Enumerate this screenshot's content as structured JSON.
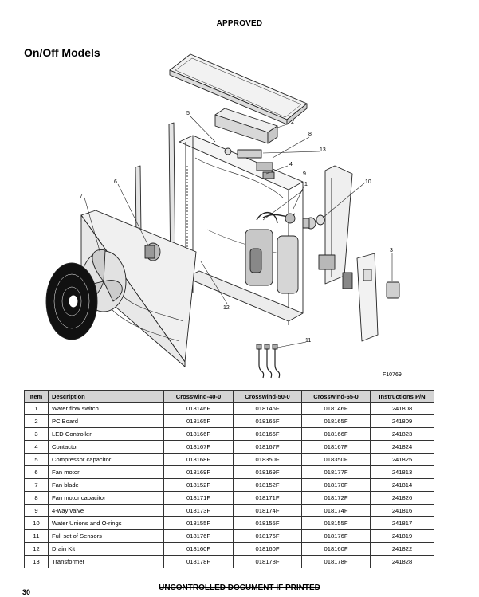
{
  "header": {
    "stamp": "APPROVED"
  },
  "section": {
    "title": "On/Off Models"
  },
  "figure": {
    "id": "F10769",
    "callouts": [
      "1",
      "2",
      "3",
      "4",
      "5",
      "6",
      "7",
      "8",
      "9",
      "10",
      "11",
      "12",
      "13"
    ]
  },
  "table": {
    "headers": [
      "Item",
      "Description",
      "Crosswind-40-0",
      "Crosswind-50-0",
      "Crosswind-65-0",
      "Instructions P/N"
    ],
    "rows": [
      [
        "1",
        "Water flow switch",
        "018146F",
        "018146F",
        "018146F",
        "241808"
      ],
      [
        "2",
        "PC Board",
        "018165F",
        "018165F",
        "018165F",
        "241809"
      ],
      [
        "3",
        "LED Controller",
        "018166F",
        "018166F",
        "018166F",
        "241823"
      ],
      [
        "4",
        "Contactor",
        "018167F",
        "018167F",
        "018167F",
        "241824"
      ],
      [
        "5",
        "Compressor capacitor",
        "018168F",
        "018350F",
        "018350F",
        "241825"
      ],
      [
        "6",
        "Fan motor",
        "018169F",
        "018169F",
        "018177F",
        "241813"
      ],
      [
        "7",
        "Fan blade",
        "018152F",
        "018152F",
        "018170F",
        "241814"
      ],
      [
        "8",
        "Fan motor capacitor",
        "018171F",
        "018171F",
        "018172F",
        "241826"
      ],
      [
        "9",
        "4-way valve",
        "018173F",
        "018174F",
        "018174F",
        "241816"
      ],
      [
        "10",
        "Water Unions and O-rings",
        "018155F",
        "018155F",
        "018155F",
        "241817"
      ],
      [
        "11",
        "Full set of Sensors",
        "018176F",
        "018176F",
        "018176F",
        "241819"
      ],
      [
        "12",
        "Drain Kit",
        "018160F",
        "018160F",
        "018160F",
        "241822"
      ],
      [
        "13",
        "Transformer",
        "018178F",
        "018178F",
        "018178F",
        "241828"
      ]
    ]
  },
  "footer": {
    "note": "UNCONTROLLED DOCUMENT IF PRINTED",
    "page_number": "30"
  }
}
